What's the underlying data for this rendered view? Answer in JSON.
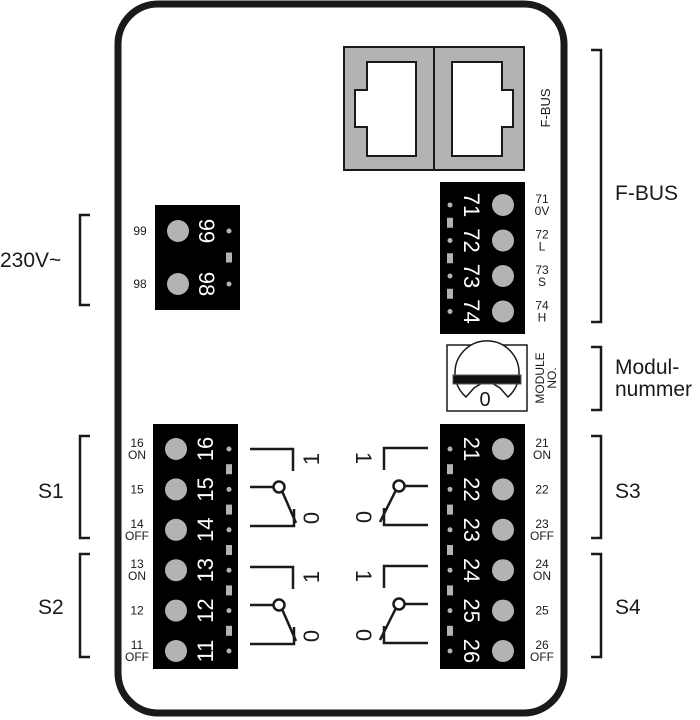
{
  "diagram": {
    "title": "Terminal wiring diagram",
    "colors": {
      "case_outline": "#1a1a1a",
      "terminal_block": "#000000",
      "terminal_screw": "#b3b3b3",
      "connector_fill": "#b3b3b3",
      "text": "#1a1a1a",
      "terminal_text": "#ffffff"
    },
    "groups": {
      "power": {
        "label": "230V~"
      },
      "fbus": {
        "label": "F-BUS"
      },
      "module": {
        "label_line1": "Modul-",
        "label_line2": "nummer"
      },
      "s1": {
        "label": "S1"
      },
      "s2": {
        "label": "S2"
      },
      "s3": {
        "label": "S3"
      },
      "s4": {
        "label": "S4"
      }
    },
    "fbus_connector": {
      "label": "F-BUS",
      "ports": [
        "rj-port-1",
        "rj-port-2"
      ]
    },
    "power_block": {
      "terminals": [
        {
          "num": "99",
          "side_label": "99",
          "sub": ""
        },
        {
          "num": "98",
          "side_label": "98",
          "sub": ""
        }
      ]
    },
    "fbus_block": {
      "terminals": [
        {
          "num": "71",
          "side_label": "71",
          "sub": "0V"
        },
        {
          "num": "72",
          "side_label": "72",
          "sub": "L"
        },
        {
          "num": "73",
          "side_label": "73",
          "sub": "S"
        },
        {
          "num": "74",
          "side_label": "74",
          "sub": "H"
        }
      ]
    },
    "module_selector": {
      "value": "0",
      "label_line1": "MODULE",
      "label_line2": "NO."
    },
    "left_block": {
      "terminals": [
        {
          "num": "16",
          "side_label": "16",
          "sub": "ON"
        },
        {
          "num": "15",
          "side_label": "15",
          "sub": ""
        },
        {
          "num": "14",
          "side_label": "14",
          "sub": "OFF"
        },
        {
          "num": "13",
          "side_label": "13",
          "sub": "ON"
        },
        {
          "num": "12",
          "side_label": "12",
          "sub": ""
        },
        {
          "num": "11",
          "side_label": "11",
          "sub": "OFF"
        }
      ]
    },
    "right_block": {
      "terminals": [
        {
          "num": "21",
          "side_label": "21",
          "sub": "ON"
        },
        {
          "num": "22",
          "side_label": "22",
          "sub": ""
        },
        {
          "num": "23",
          "side_label": "23",
          "sub": "OFF"
        },
        {
          "num": "24",
          "side_label": "24",
          "sub": "ON"
        },
        {
          "num": "25",
          "side_label": "25",
          "sub": ""
        },
        {
          "num": "26",
          "side_label": "26",
          "sub": "OFF"
        }
      ]
    },
    "switches": [
      {
        "name": "switch-s1",
        "on_label": "1",
        "off_label": "0"
      },
      {
        "name": "switch-s2",
        "on_label": "1",
        "off_label": "0"
      },
      {
        "name": "switch-s3",
        "on_label": "1",
        "off_label": "0"
      },
      {
        "name": "switch-s4",
        "on_label": "1",
        "off_label": "0"
      }
    ]
  }
}
